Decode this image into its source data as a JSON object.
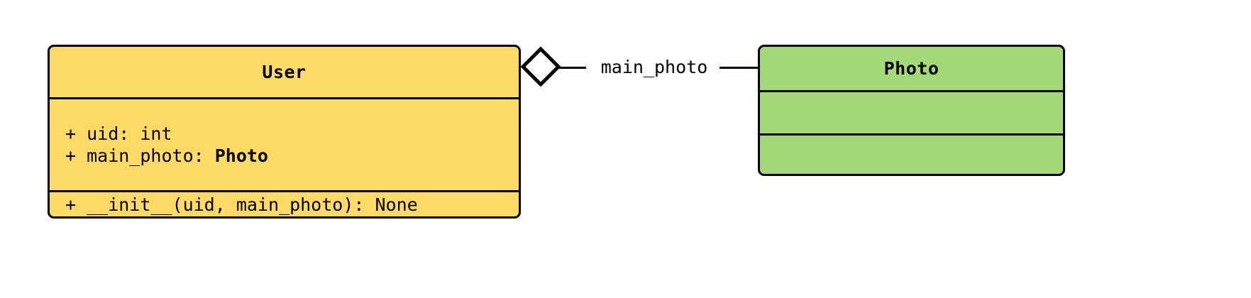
{
  "diagram": {
    "kind": "uml-class-diagram",
    "background_color": "#ffffff",
    "border_color": "#000000",
    "classes": [
      {
        "id": "user",
        "name": "User",
        "fill_color": "#fdd965",
        "attributes": [
          {
            "visibility": "+",
            "text": "+ uid: int",
            "type_emphasis": ""
          },
          {
            "visibility": "+",
            "text": "+ main_photo: ",
            "type_emphasis": "Photo"
          }
        ],
        "methods": [
          {
            "visibility": "+",
            "text": "+ __init__(uid, main_photo): None"
          }
        ]
      },
      {
        "id": "photo",
        "name": "Photo",
        "fill_color": "#a3d977",
        "attributes": [],
        "methods": []
      }
    ],
    "relationship": {
      "type": "aggregation",
      "marker": "hollow-diamond",
      "marker_fill": "#ffffff",
      "label": "main_photo",
      "source": "User",
      "target": "Photo"
    }
  }
}
